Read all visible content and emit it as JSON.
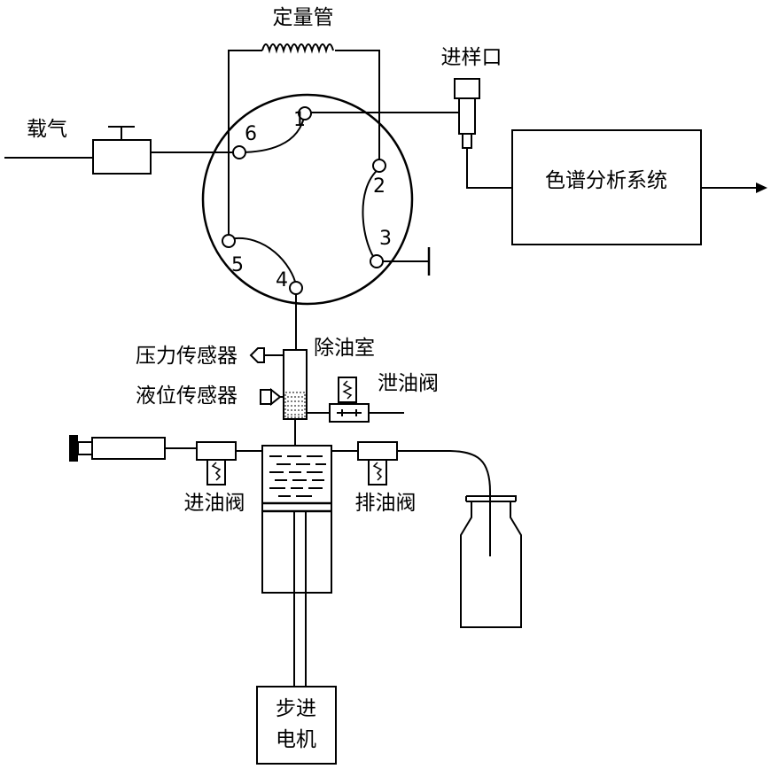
{
  "labels": {
    "quant_tube": "定量管",
    "carrier_gas": "载气",
    "inlet": "进样口",
    "chromatograph": "色谱分析系统",
    "pressure_sensor": "压力传感器",
    "level_sensor": "液位传感器",
    "oil_removal_chamber": "除油室",
    "drain_valve": "泄油阀",
    "oil_inlet_valve": "进油阀",
    "oil_outlet_valve": "排油阀",
    "stepper_motor_line1": "步进",
    "stepper_motor_line2": "电机"
  },
  "ports": [
    "1",
    "2",
    "3",
    "4",
    "5",
    "6"
  ],
  "colors": {
    "line": "#000000",
    "background": "#ffffff"
  }
}
